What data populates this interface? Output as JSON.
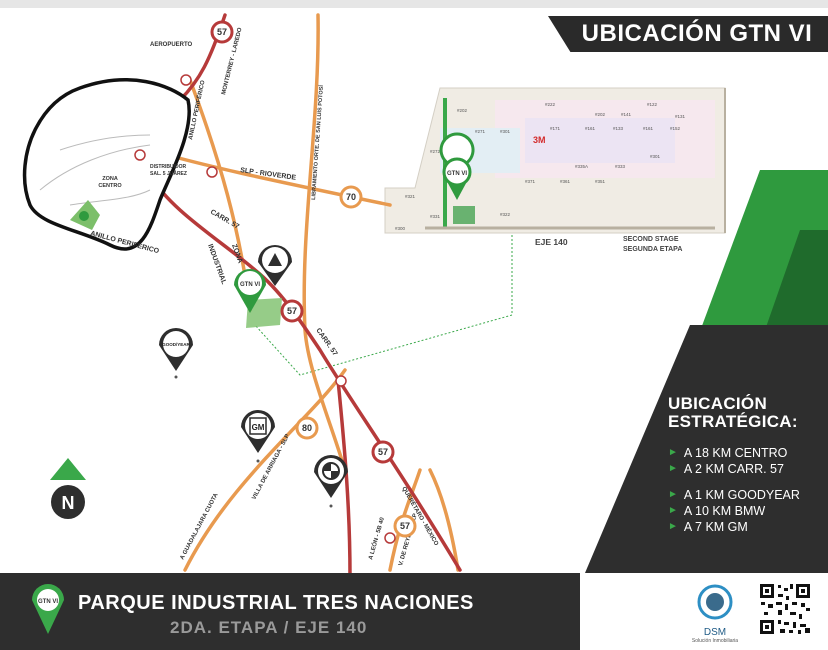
{
  "header": {
    "title": "UBICACIÓN GTN VI"
  },
  "map": {
    "labels": {
      "aeropuerto": "AEROPUERTO",
      "monterrey": "MONTERREY - LAREDO",
      "anillo_v": "ANILLO PERIFÉRICO",
      "anillo_h": "ANILLO PERIFÉRICO",
      "distribuidor": "DISTRIBUIDOR",
      "distribuidor2": "SAL. 5 JUÁREZ",
      "slp_rioverde": "SLP - RIOVERDE",
      "libramiento": "LIBRAMIENTO ORTE. DE SAN LUIS POTOSÍ",
      "zona_centro_1": "ZONA",
      "zona_centro_2": "CENTRO",
      "carr57": "CARR. 57",
      "zona_industrial_1": "ZONA",
      "zona_industrial_2": "INDUSTRIAL",
      "carr57b": "CARR. 57",
      "villa": "VILLA DE ARRIAGA - SLP",
      "guadalajara": "A GUADALAJARA CUOTA",
      "queretaro": "QUERÉTARO - MÉXICO",
      "leon": "A LEÓN - 5B 40",
      "reyes": "V. DE REYES - SLP"
    },
    "highway_shields": [
      "57",
      "70",
      "57",
      "80",
      "57",
      "57"
    ],
    "pin_label": "GTN VI",
    "brands": {
      "goodyear": "GOOD/YEAR",
      "gm": "GM"
    }
  },
  "inset": {
    "eje140": "EJE 140",
    "second_stage": "SECOND STAGE",
    "segunda": "SEGUNDA ETAPA",
    "pin_label": "GTN VI",
    "lots": [
      "#202",
      "#222",
      "#271",
      "#301",
      "#272",
      "#171",
      "#161",
      "#133",
      "#161",
      "#152",
      "#131",
      "#122",
      "#141",
      "#202",
      "#301",
      "#331",
      "#351",
      "#371",
      "#361",
      "#335A",
      "#333",
      "#321",
      "#322",
      "#331",
      "#300"
    ],
    "brand": "3M"
  },
  "info": {
    "heading_1": "UBICACIÓN",
    "heading_2": "ESTRATÉGICA:",
    "items_a": [
      "A 18 KM CENTRO",
      "A 2 KM CARR. 57"
    ],
    "items_b": [
      "A 1 KM GOODYEAR",
      "A 10 KM BMW",
      "A 7 KM GM"
    ]
  },
  "footer": {
    "pin_label": "GTN VI",
    "title": "PARQUE INDUSTRIAL TRES NACIONES",
    "subtitle": "2DA. ETAPA / EJE 140",
    "logo_name": "DSM",
    "logo_tagline": "Solución Inmobiliaria"
  },
  "compass": {
    "label": "N"
  },
  "colors": {
    "green": "#2f9a3e",
    "dark_green": "#1f6b2c",
    "dark": "#2e2e2e",
    "road_red": "#b63a3a",
    "road_orange": "#e89a4f"
  }
}
